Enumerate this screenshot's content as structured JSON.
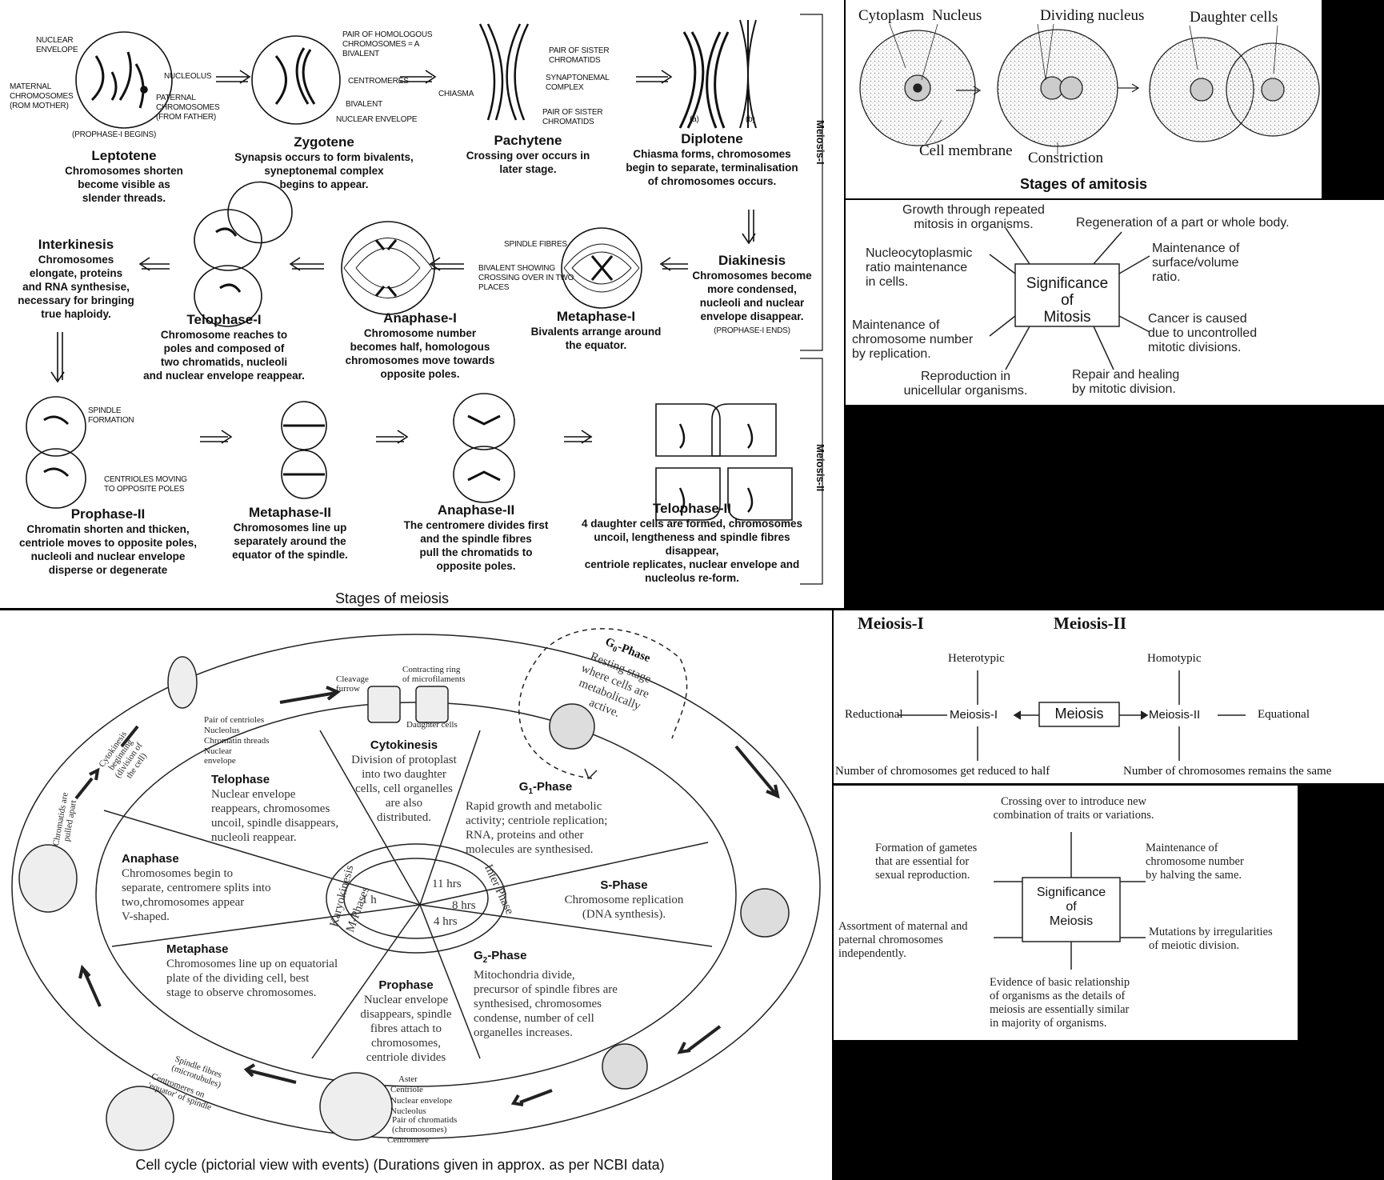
{
  "meiosis": {
    "caption": "Stages of meiosis",
    "side_labels": {
      "meiosis1": "Meiosis-I",
      "meiosis2": "Meiosis-II"
    },
    "leptotene": {
      "name": "Leptotene",
      "desc": [
        "Chromosomes shorten",
        "become visible as",
        "slender threads."
      ],
      "labels": {
        "nuclear_envelope": [
          "NUCLEAR",
          "ENVELOPE"
        ],
        "nucleolus": "NUCLEOLUS",
        "maternal": [
          "MATERNAL",
          "CHROMOSOMES",
          "(ROM MOTHER)"
        ],
        "paternal": [
          "PATERNAL",
          "CHROMOSOMES",
          "(FROM FATHER)"
        ],
        "begins": "(PROPHASE-I BEGINS)"
      }
    },
    "zygotene": {
      "name": "Zygotene",
      "desc": [
        "Synapsis occurs to form bivalents,",
        "syneptonemal  complex",
        "begins to appear."
      ],
      "labels": {
        "pair": [
          "PAIR OF HOMOLOGOUS",
          "CHROMOSOMES = A",
          "BIVALENT"
        ],
        "centromeres": "CENTROMERES",
        "bivalent": "BIVALENT",
        "envelope": "NUCLEAR ENVELOPE"
      }
    },
    "pachytene": {
      "name": "Pachytene",
      "desc": [
        "Crossing over occurs in",
        "later stage."
      ],
      "labels": {
        "sister1": [
          "PAIR OF SISTER",
          "CHROMATIDS"
        ],
        "synaptonemal": [
          "SYNAPTONEMAL",
          "COMPLEX"
        ],
        "sister2": [
          "PAIR OF SISTER",
          "CHROMATIDS"
        ],
        "chiasma": "CHIASMA"
      }
    },
    "diplotene": {
      "name": "Diplotene",
      "desc": [
        "Chiasma forms, chromosomes",
        "begin to separate, terminalisation",
        "of chromosomes occurs."
      ],
      "labels": {
        "a": "(a)",
        "b": "(b)"
      }
    },
    "diakinesis": {
      "name": "Diakinesis",
      "desc": [
        "Chromosomes become",
        "more condensed,",
        "nucleoli and nuclear",
        "envelope disappear."
      ],
      "ends": "(PROPHASE-I ENDS)"
    },
    "metaphase1": {
      "name": "Metaphase-I",
      "desc": [
        "Bivalents arrange around",
        "the equator."
      ],
      "labels": {
        "spindle": "SPINDLE FIBRES",
        "bivalent": [
          "BIVALENT SHOWING",
          "CROSSING OVER IN TWO",
          "PLACES"
        ]
      }
    },
    "anaphase1": {
      "name": "Anaphase-I",
      "desc": [
        "Chromosome number",
        "becomes half, homologous",
        "chromosomes move towards",
        "opposite poles."
      ]
    },
    "telophase1": {
      "name": "Telophase-I",
      "desc": [
        "Chromosome reaches to",
        "poles and composed of",
        "two chromatids, nucleoli",
        "and nuclear envelope reappear."
      ]
    },
    "interkinesis": {
      "name": "Interkinesis",
      "desc": [
        "Chromosomes",
        "elongate, proteins",
        "and RNA synthesise,",
        "necessary for bringing",
        "true haploidy."
      ]
    },
    "prophase2": {
      "name": "Prophase-II",
      "desc": [
        "Chromatin shorten and thicken,",
        "centriole moves to opposite poles,",
        "nucleoli and nuclear envelope",
        "disperse or degenerate"
      ],
      "labels": {
        "spindle": [
          "SPINDLE",
          "FORMATION"
        ],
        "centrioles": [
          "CENTRIOLES MOVING",
          "TO OPPOSITE POLES"
        ]
      }
    },
    "metaphase2": {
      "name": "Metaphase-II",
      "desc": [
        "Chromosomes line up",
        "separately around the",
        "equator of the spindle."
      ]
    },
    "anaphase2": {
      "name": "Anaphase-II",
      "desc": [
        "The centromere divides first",
        "and the spindle fibres",
        "pull the chromatids to",
        "opposite poles."
      ]
    },
    "telophase2": {
      "name": "Telophase-II",
      "desc": [
        "4 daughter cells are formed, chromosomes",
        "uncoil, lengtheness and spindle fibres disappear,",
        "centriole replicates, nuclear envelope  and",
        "nucleolus re-form."
      ]
    }
  },
  "amitosis": {
    "caption": "Stages of amitosis",
    "labels": {
      "cytoplasm": "Cytoplasm",
      "nucleus": "Nucleus",
      "dividing": "Dividing nucleus",
      "daughter": "Daughter cells",
      "membrane": "Cell membrane",
      "constriction": "Constriction"
    }
  },
  "mitosis_significance": {
    "center": [
      "Significance",
      "of",
      "Mitosis"
    ],
    "items": {
      "growth": [
        "Growth through repeated",
        "mitosis in organisms."
      ],
      "regeneration": [
        "Regeneration of a part or whole body."
      ],
      "nucleo": [
        "Nucleocytoplasmic",
        "ratio  maintenance",
        "in cells."
      ],
      "surface": [
        "Maintenance of",
        "surface/volume",
        "ratio."
      ],
      "chromosome": [
        "Maintenance of",
        "chromosome number",
        "by replication."
      ],
      "cancer": [
        "Cancer is caused",
        "due to uncontrolled",
        "mitotic divisions."
      ],
      "reproduction": [
        "Reproduction in",
        "unicellular organisms."
      ],
      "repair": [
        "Repair and healing",
        "by mitotic division."
      ]
    }
  },
  "cell_cycle": {
    "caption": "Cell cycle (pictorial view with events) (Durations given in approx. as per NCBI data)",
    "g0": {
      "title": "G",
      "sub": "0",
      "suffix": "-Phase",
      "desc": [
        "Resting stage",
        "where cells are",
        "metabolically",
        "active."
      ]
    },
    "cytokinesis": {
      "title": "Cytokinesis",
      "desc": [
        "Division of protoplast",
        "into two daughter",
        "cells, cell organelles",
        "are also",
        "distributed."
      ]
    },
    "g1": {
      "title": "G",
      "sub": "1",
      "suffix": "-Phase",
      "desc": [
        "Rapid growth and metabolic",
        "activity; centriole replication;",
        "RNA, proteins and other",
        "molecules are synthesised."
      ]
    },
    "s": {
      "title": "S-Phase",
      "desc": [
        "Chromosome replication",
        "(DNA synthesis)."
      ]
    },
    "g2": {
      "title": "G",
      "sub": "2",
      "suffix": "-Phase",
      "desc": [
        "Mitochondria divide,",
        "precursor of spindle fibres are",
        "synthesised, chromosomes",
        "condense, number of cell",
        "organelles increases."
      ]
    },
    "prophase": {
      "title": "Prophase",
      "desc": [
        "Nuclear envelope",
        "disappears, spindle",
        "fibres attach to",
        "chromosomes,",
        "centriole divides"
      ]
    },
    "metaphase": {
      "title": "Metaphase",
      "desc": [
        "Chromosomes line up on equatorial",
        "plate of the dividing cell, best",
        "stage to observe chromosomes."
      ]
    },
    "anaphase": {
      "title": "Anaphase",
      "desc": [
        "Chromosomes begin to",
        "separate, centromere splits into",
        "two,chromosomes appear",
        "V-shaped."
      ]
    },
    "telophase": {
      "title": "Telophase",
      "desc": [
        "Nuclear envelope",
        "reappears, chromosomes",
        "uncoil, spindle disappears,",
        "nucleoli reappear."
      ]
    },
    "inner": {
      "m_phases": "M-Phases",
      "karyokinesis": "Karyokinesis",
      "inter_phase": "Inter Phase",
      "h1": "1 h",
      "h11": "11 hrs",
      "h8": "8 hrs",
      "h4": "4 hrs"
    },
    "cell_labels": {
      "cleavage": [
        "Cleavage",
        "furrow"
      ],
      "ring": [
        "Contracting ring",
        "of microfilaments"
      ],
      "daughter": "Daughter cells",
      "centrioles": "Pair of centrioles",
      "nucleolus": "Nucleolus",
      "chromatin": "Chromatin threads",
      "envelope": [
        "Nuclear",
        "envelope"
      ],
      "cyto_begin": [
        "Cytokinesis",
        "beginning",
        "(division of",
        "the cell)"
      ],
      "chromatids": [
        "Chromatids are",
        "pulled apart"
      ],
      "spindle": [
        "Spindle fibres",
        "(microtubules)"
      ],
      "centromeres": [
        "Centromeres on",
        "'equator' of spindle"
      ],
      "aster": "Aster",
      "centriole": "Centriole",
      "nuc_env": "Nuclear envelope",
      "nucleolus2": "Nucleolus",
      "pair_chromatids": [
        "Pair of chromatids",
        "(chromosomes)"
      ],
      "centromere": "Centromere"
    }
  },
  "meiosis_types": {
    "header1": "Meiosis-I",
    "header2": "Meiosis-II",
    "heterotypic": "Heterotypic",
    "homotypic": "Homotypic",
    "reductional": "Reductional",
    "equational": "Equational",
    "m1": "Meiosis-I",
    "m2": "Meiosis-II",
    "center": "Meiosis",
    "half": "Number of chromosomes get reduced to half",
    "same": "Number of chromosomes remains the same"
  },
  "meiosis_significance": {
    "center": [
      "Significance",
      "of",
      "Meiosis"
    ],
    "items": {
      "crossing": [
        "Crossing over to introduce new",
        "combination of traits or variations."
      ],
      "gametes": [
        "Formation of gametes",
        "that are essential for",
        "sexual reproduction."
      ],
      "maintenance": [
        "Maintenance of",
        "chromosome number",
        "by halving the same."
      ],
      "assortment": [
        "Assortment of maternal and",
        "paternal  chromosomes",
        "independently."
      ],
      "mutations": [
        "Mutations by irregularities",
        "of meiotic division."
      ],
      "evidence": [
        "Evidence of basic relationship",
        "of organisms as the details of",
        "meiosis are essentially similar",
        "in majority of organisms."
      ]
    }
  }
}
